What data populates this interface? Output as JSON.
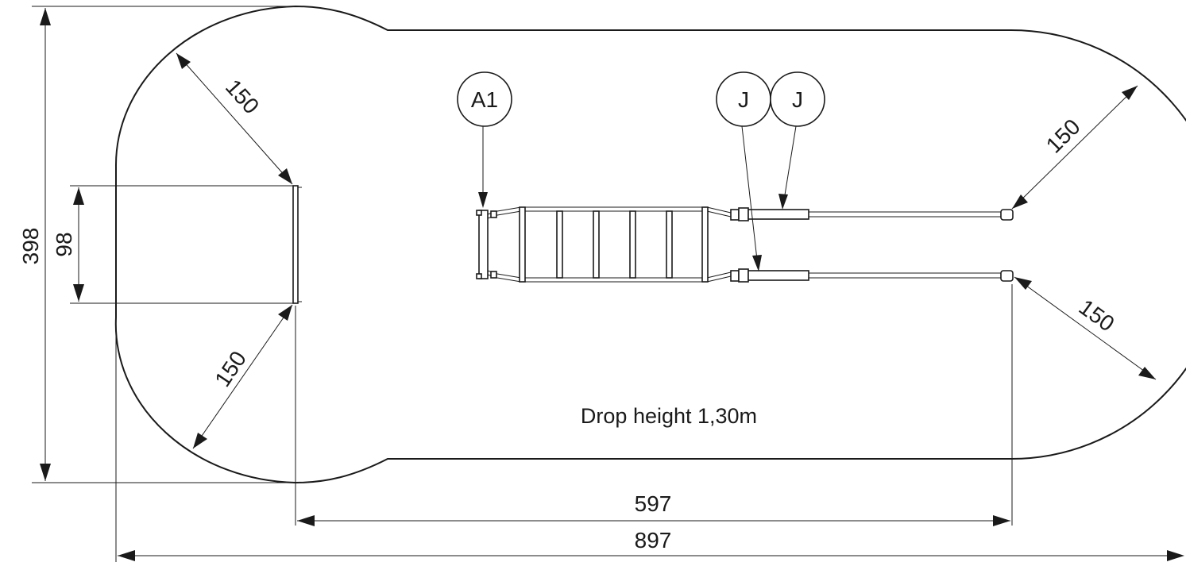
{
  "dimensions": {
    "overall_height": "398",
    "platform_width": "98",
    "radius_top_left": "150",
    "radius_bottom_left": "150",
    "radius_top_right": "150",
    "radius_bottom_right": "150",
    "inner_length": "597",
    "overall_length": "897"
  },
  "callouts": {
    "a1": "A1",
    "j1": "J",
    "j2": "J"
  },
  "note": "Drop height 1,30m"
}
